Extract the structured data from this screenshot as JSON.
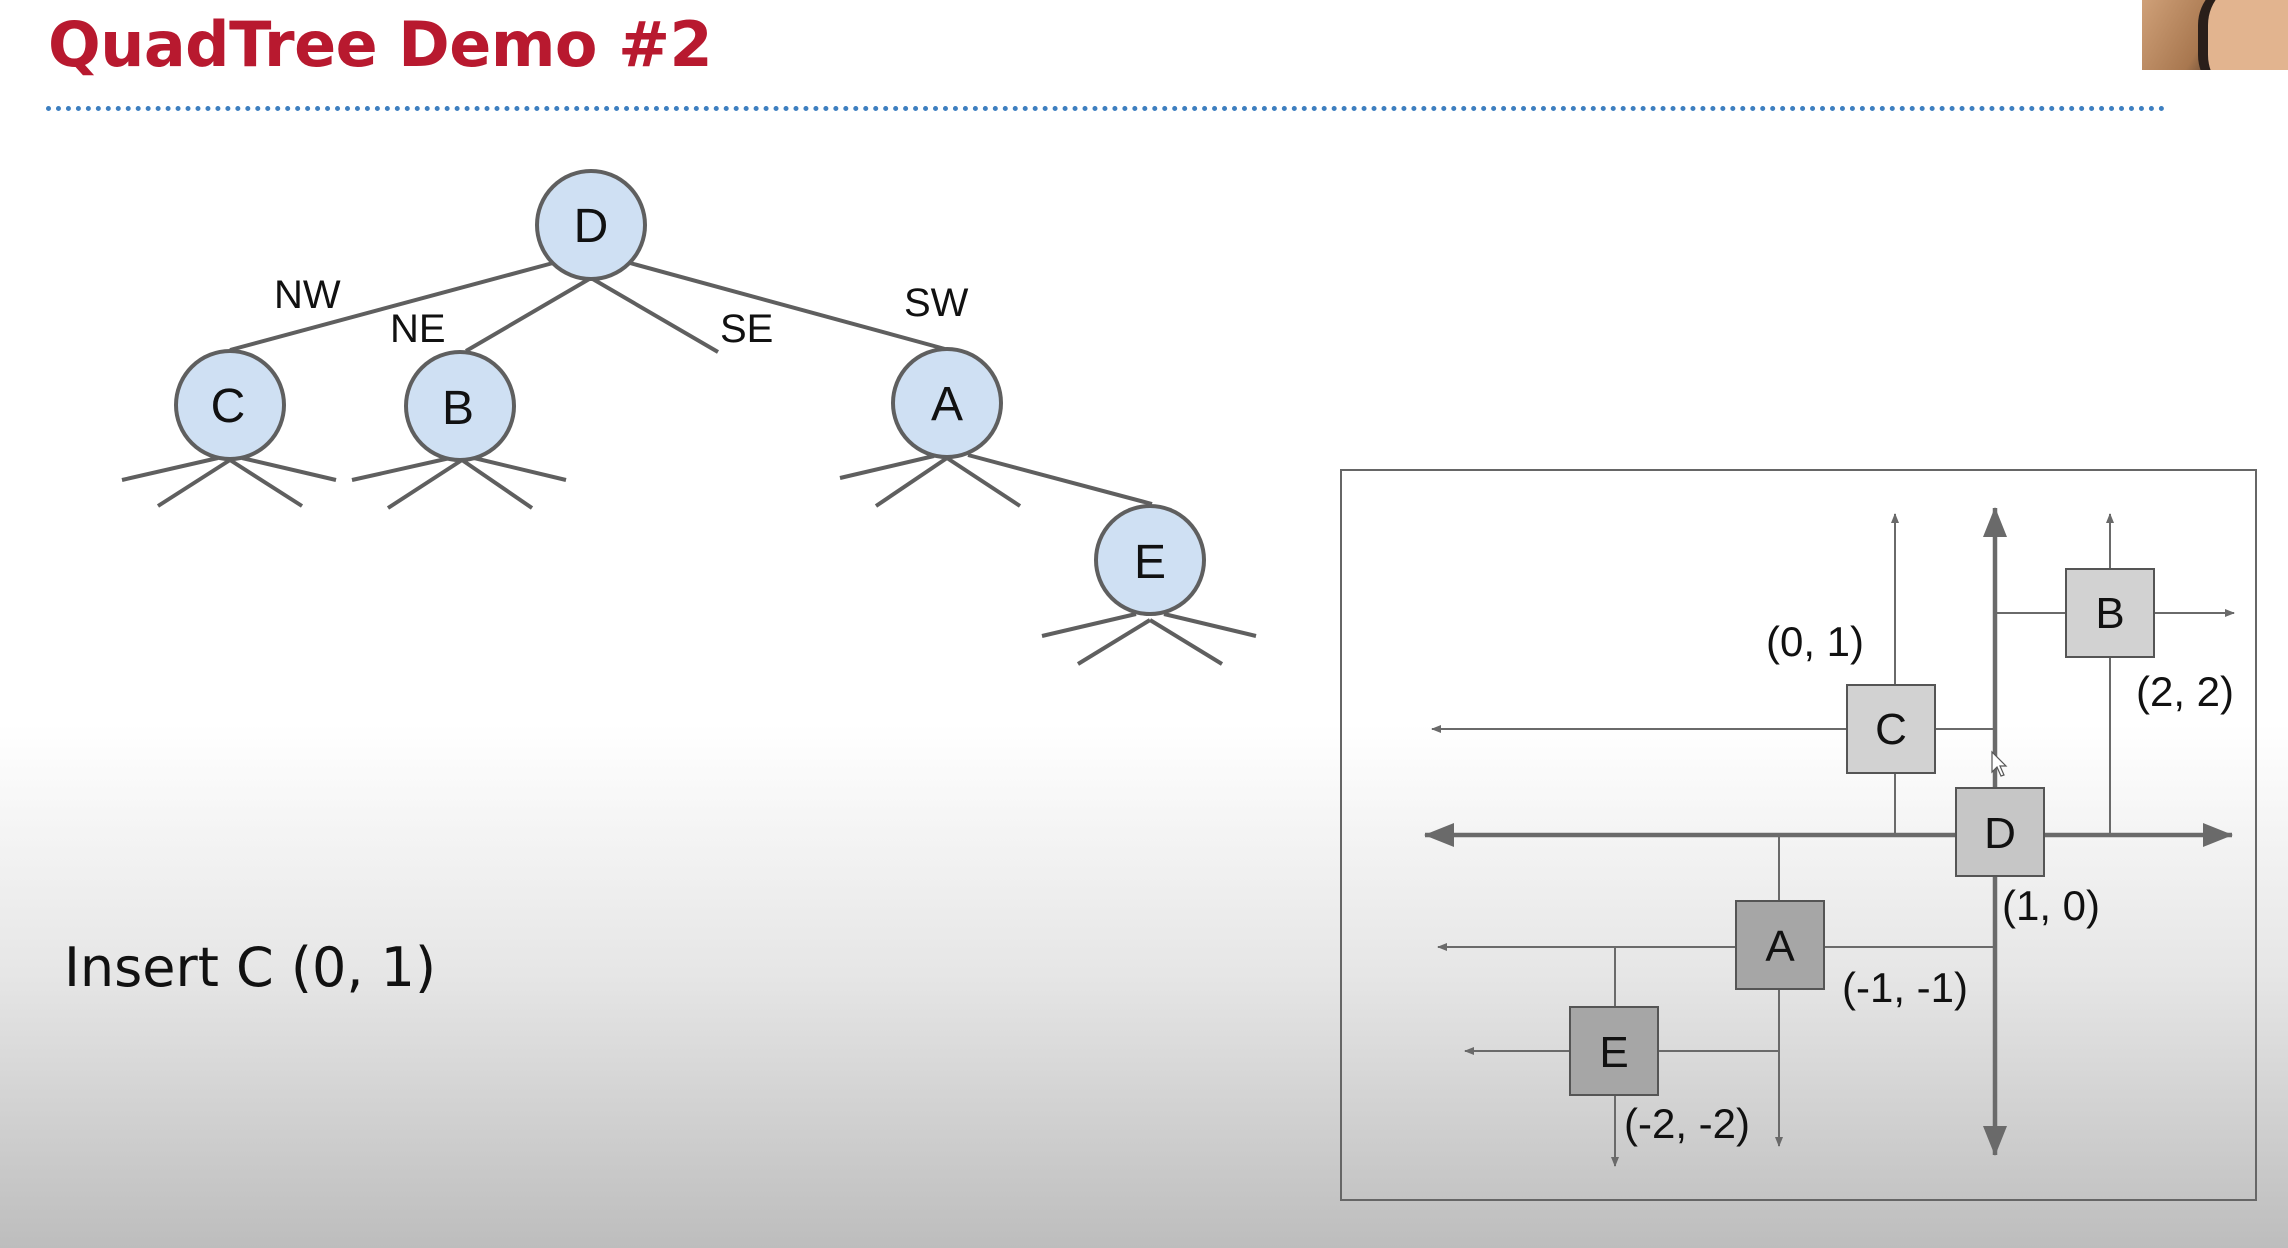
{
  "slide": {
    "title": "QuadTree Demo #2",
    "caption": "Insert C (0, 1)"
  },
  "tree": {
    "nodes": {
      "root": "D",
      "nw_child": "C",
      "ne_child": "B",
      "sw_child": "A",
      "a_child": "E"
    },
    "edge_labels": {
      "nw": "NW",
      "ne": "NE",
      "se": "SE",
      "sw": "SW"
    }
  },
  "plane": {
    "points": {
      "A": {
        "label": "A",
        "coord": "(-1, -1)"
      },
      "B": {
        "label": "B",
        "coord": "(2, 2)"
      },
      "C": {
        "label": "C",
        "coord": "(0, 1)"
      },
      "D": {
        "label": "D",
        "coord": "(1, 0)"
      },
      "E": {
        "label": "E",
        "coord": "(-2, -2)"
      }
    }
  },
  "colors": {
    "title": "#b8192f",
    "rule": "#3d7fc0",
    "node_fill": "#cfe0f3",
    "node_stroke": "#5f5f5f",
    "box_light": "#d2d2d2",
    "box_dark": "#a6a6a6"
  }
}
